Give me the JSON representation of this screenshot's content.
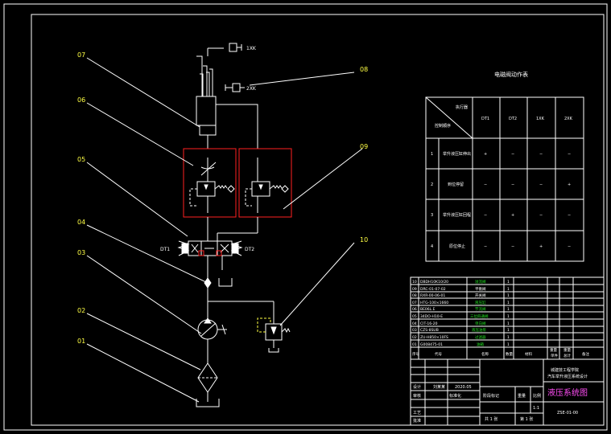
{
  "colors": {
    "background": "#000000",
    "line": "#ffffff",
    "valve_frame": "#ff2020",
    "leader_label": "#ffff44",
    "table_highlight": "#22e022",
    "title_accent": "#ff4df5"
  },
  "callouts": [
    "07",
    "06",
    "05",
    "04",
    "03",
    "02",
    "01",
    "08",
    "09",
    "10"
  ],
  "port_labels": {
    "top_right": "1XK",
    "mid_right": "2XK",
    "left_solenoid": "DT1",
    "right_solenoid": "DT2"
  },
  "action_table": {
    "title": "电磁阀动作表",
    "header_top": "执行器",
    "header_bottom": "控制顺序",
    "columns": [
      "DT1",
      "DT2",
      "1XK",
      "2XK"
    ],
    "rows": [
      {
        "no": "1",
        "name": "举升液压缸伸出",
        "values": [
          "+",
          "−",
          "−",
          "−"
        ]
      },
      {
        "no": "2",
        "name": "到位停留",
        "values": [
          "−",
          "−",
          "−",
          "+"
        ]
      },
      {
        "no": "3",
        "name": "举升液压缸回程",
        "values": [
          "−",
          "+",
          "−",
          "−"
        ]
      },
      {
        "no": "4",
        "name": "原位停止",
        "values": [
          "−",
          "−",
          "+",
          "−"
        ]
      }
    ]
  },
  "parts_list": {
    "rows": [
      {
        "no": "10",
        "code": "DBDH10K10/20",
        "name": "溢流阀",
        "qty": "1"
      },
      {
        "no": "09",
        "code": "DRC-01-07-02",
        "name": "平衡阀",
        "qty": "1"
      },
      {
        "no": "08",
        "code": "RXR-00-06-01",
        "name": "开关阀",
        "qty": "1"
      },
      {
        "no": "07",
        "code": "HTG-100×1660",
        "name": "液压缸",
        "qty": "1"
      },
      {
        "no": "06",
        "code": "BE06L.E",
        "name": "节流阀",
        "qty": "1"
      },
      {
        "no": "05",
        "code": "34DO-H10-E",
        "name": "三位四通阀",
        "qty": "1"
      },
      {
        "no": "04",
        "code": "CIT-16-20",
        "name": "单向阀",
        "qty": "1"
      },
      {
        "no": "03",
        "code": "CZS-8SUB",
        "name": "液压油泵",
        "qty": "1"
      },
      {
        "no": "02",
        "code": "ZU-H850×10FS",
        "name": "过滤器",
        "qty": "1"
      },
      {
        "no": "01",
        "code": "G008475-01",
        "name": "油箱",
        "qty": "1"
      }
    ],
    "header": [
      "序号",
      "代号",
      "名称",
      "数量",
      "材料",
      "单件",
      "总计",
      "备注"
    ],
    "header_mass": [
      "重量",
      "重量"
    ]
  },
  "title_block": {
    "school": "城建技工程学院",
    "project": "汽车举升液压系统设计",
    "drawing_title": "液压系统图",
    "drawing_no": "ZSE-01-00",
    "designer_label": "设计",
    "designer": "刘某某",
    "date": "2020.05",
    "checker_label": "审核",
    "standard_label": "标准化",
    "process_label": "工艺",
    "approve_label": "批准",
    "stage_label": "阶段标记",
    "weight_label": "重量",
    "scale_label": "比例",
    "scale": "1:1",
    "sheet_total": "共 1 张",
    "sheet_no": "第 1 张"
  }
}
